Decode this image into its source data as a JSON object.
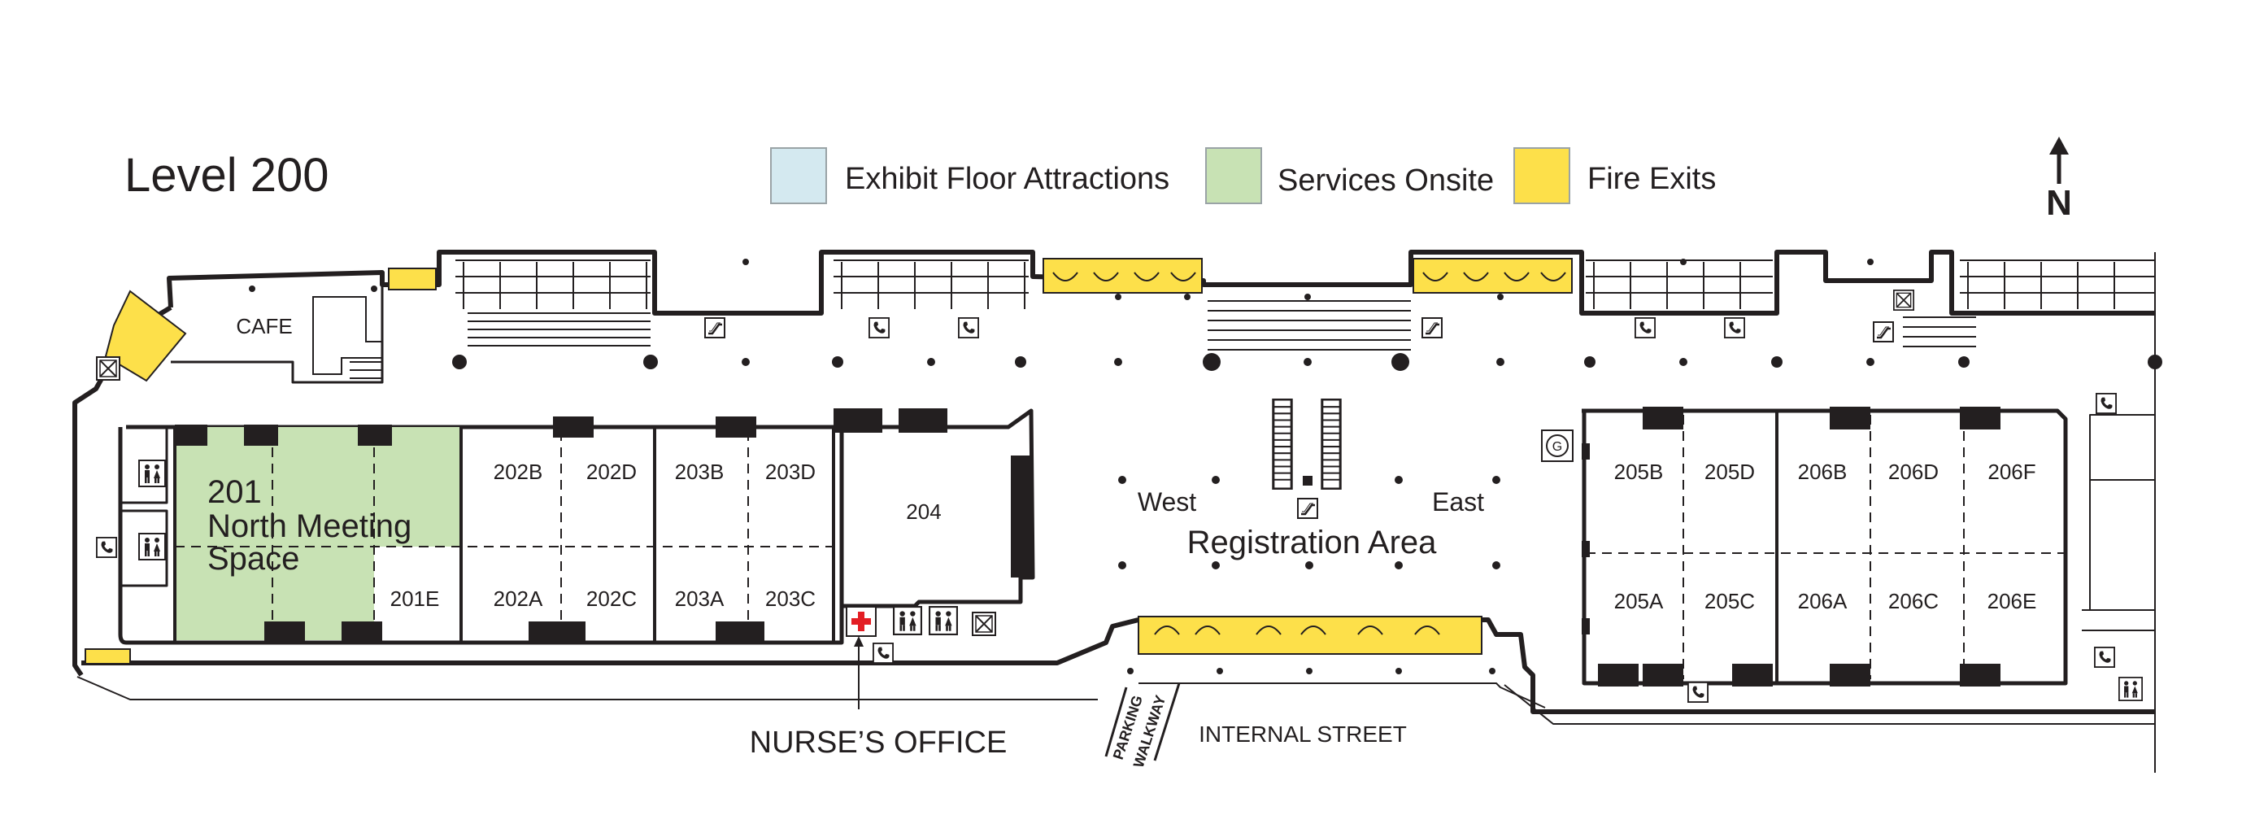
{
  "map_title": "Level 200",
  "legend": [
    {
      "label": "Exhibit Floor Attractions",
      "color": "#d4e9f0"
    },
    {
      "label": "Services Onsite",
      "color": "#c8e2b4"
    },
    {
      "label": "Fire Exits",
      "color": "#fde04a"
    }
  ],
  "north_label": "N",
  "cafe_label": "CAFE",
  "meeting_space": {
    "number": "201",
    "line1": "North Meeting",
    "line2": "Space",
    "sub_room": "201E"
  },
  "rooms": [
    "202B",
    "202D",
    "203B",
    "203D",
    "202A",
    "202C",
    "203A",
    "203C",
    "204",
    "205B",
    "205D",
    "206B",
    "206D",
    "206F",
    "205A",
    "205C",
    "206A",
    "206C",
    "206E"
  ],
  "registration": {
    "west": "West",
    "east": "East",
    "area": "Registration Area"
  },
  "nurse_office": "NURSE’S OFFICE",
  "internal_street": "INTERNAL STREET",
  "parking_walkway": [
    "PARKING",
    "WALKWAY"
  ],
  "colors": {
    "wall": "#231f20",
    "services": "#c8e2b4",
    "fire_exit": "#fde04a",
    "attractions": "#d4e9f0",
    "first_aid": "#e31e24"
  },
  "icons": [
    "phone-icon",
    "restroom-icon",
    "escalator-icon",
    "elevator-icon",
    "first-aid-icon",
    "stairs-icon",
    "north-arrow-icon"
  ]
}
